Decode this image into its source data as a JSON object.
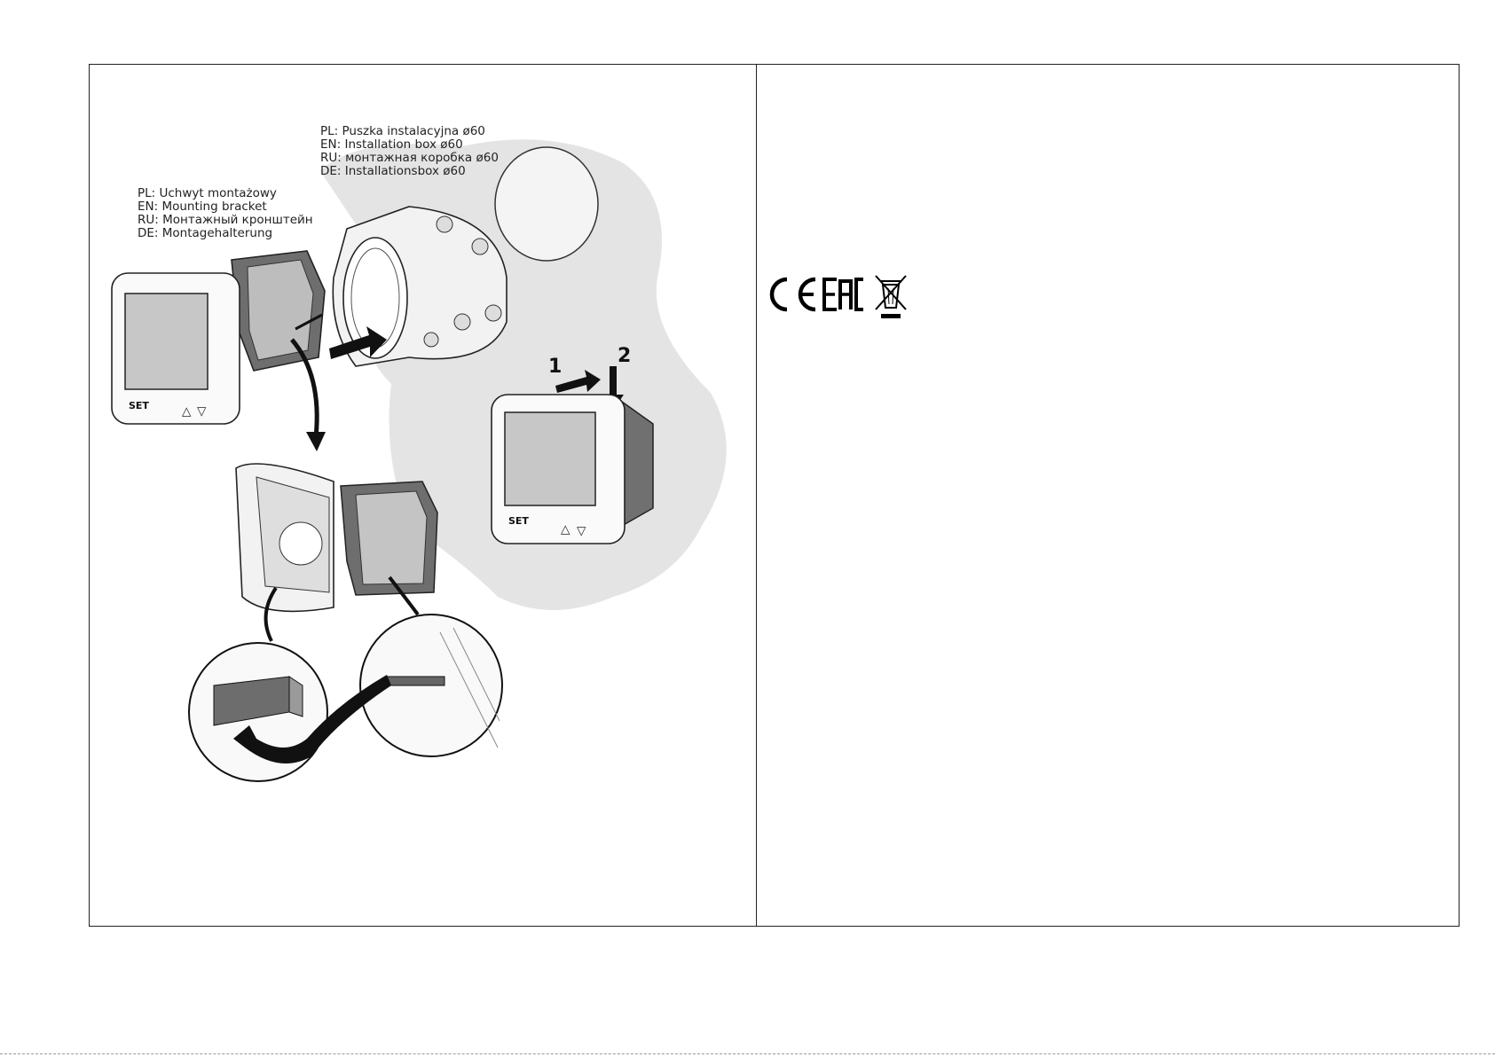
{
  "installation_box": {
    "pl": "PL: Puszka instalacyjna ø60",
    "en": "EN: Installation box ø60",
    "ru": "RU: монтажная коробка ø60",
    "de": "DE: Installationsbox ø60"
  },
  "mounting_bracket": {
    "pl": "PL: Uchwyt montażowy",
    "en": "EN: Mounting bracket",
    "ru": "RU: Монтажный кронштейн",
    "de": "DE: Montagehalterung"
  },
  "steps": {
    "one": "1",
    "two": "2"
  },
  "device_buttons": {
    "set": "SET",
    "up": "△",
    "down": "▽"
  },
  "marks": {
    "ce": "CE",
    "eac": "EAC",
    "weee": "weee-crossed-bin-icon"
  }
}
